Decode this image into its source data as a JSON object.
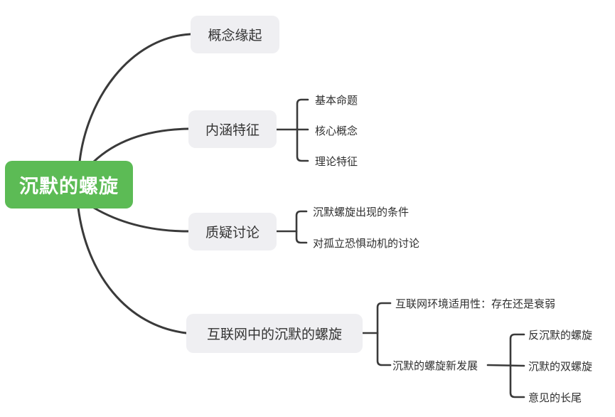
{
  "colors": {
    "root_bg": "#5CBB55",
    "root_text": "#FFFFFF",
    "branch_bg": "#EFEFF2",
    "text": "#333333",
    "line": "#3A3A3A",
    "canvas": "#FFFFFF"
  },
  "root": {
    "label": "沉默的螺旋"
  },
  "branches": [
    {
      "label": "概念缘起",
      "children": []
    },
    {
      "label": "内涵特征",
      "children": [
        {
          "label": "基本命题"
        },
        {
          "label": "核心概念"
        },
        {
          "label": "理论特征"
        }
      ]
    },
    {
      "label": "质疑讨论",
      "children": [
        {
          "label": "沉默螺旋出现的条件"
        },
        {
          "label": "对孤立恐惧动机的讨论"
        }
      ]
    },
    {
      "label": "互联网中的沉默的螺旋",
      "children": [
        {
          "label": "互联网环境适用性：存在还是衰弱"
        },
        {
          "label": "沉默的螺旋新发展",
          "children": [
            {
              "label": "反沉默的螺旋"
            },
            {
              "label": "沉默的双螺旋"
            },
            {
              "label": "意见的长尾"
            }
          ]
        }
      ]
    }
  ]
}
